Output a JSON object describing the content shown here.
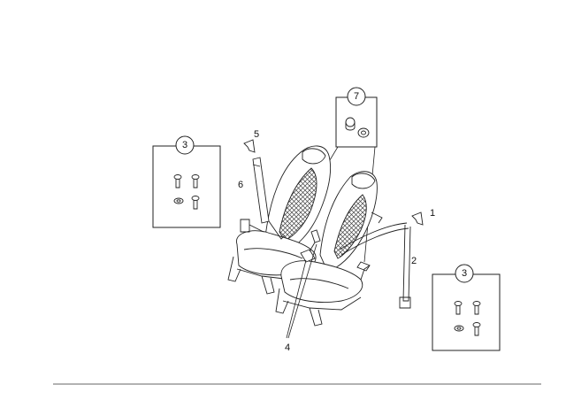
{
  "diagram": {
    "callouts": [
      "1",
      "2",
      "3",
      "3",
      "4",
      "5",
      "6",
      "7"
    ]
  }
}
